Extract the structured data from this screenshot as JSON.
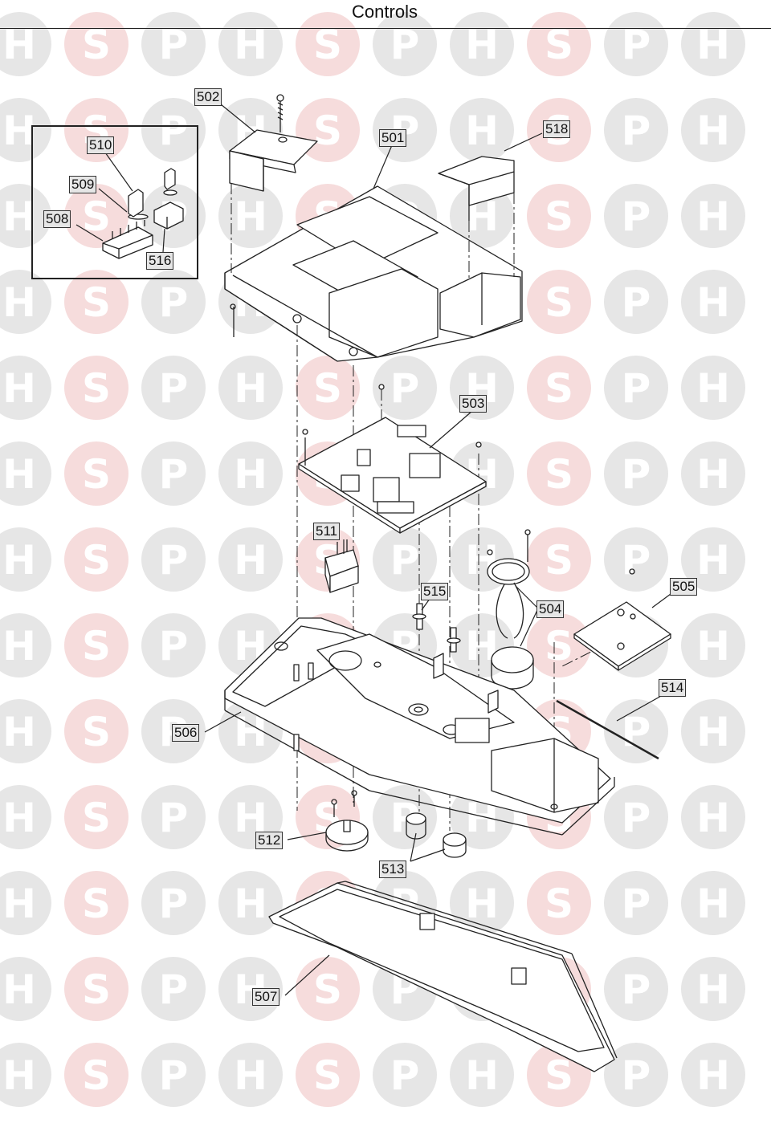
{
  "page": {
    "title": "Controls"
  },
  "watermark": {
    "letters": [
      "H",
      "S",
      "P"
    ],
    "colors": {
      "h": "#e6e6e6",
      "s": "#f6dcdc",
      "letter_h": "#ffffff",
      "letter_s": "#ffffff"
    }
  },
  "callouts": {
    "c501": "501",
    "c502": "502",
    "c503": "503",
    "c504": "504",
    "c505": "505",
    "c506": "506",
    "c507": "507",
    "c508": "508",
    "c509": "509",
    "c510": "510",
    "c511": "511",
    "c512": "512",
    "c513": "513",
    "c514": "514",
    "c515": "515",
    "c516": "516",
    "c518": "518"
  },
  "colors": {
    "line": "#222222",
    "callout_bg": "#e6e6e6"
  }
}
